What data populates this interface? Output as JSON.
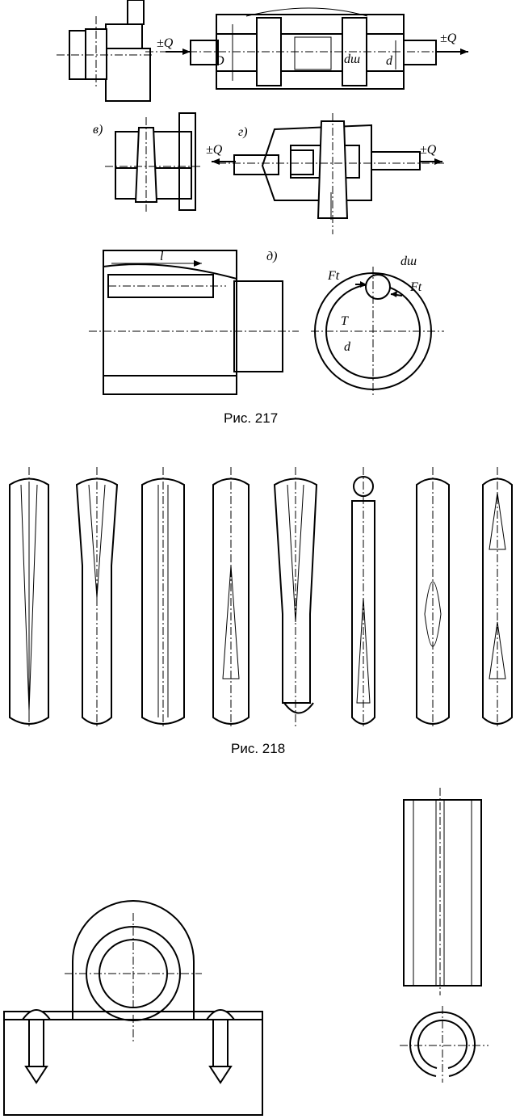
{
  "figure_217": {
    "caption": "Рис. 217",
    "labels": {
      "force_left_top": "±Q",
      "force_right_top": "±Q",
      "dim_D": "D",
      "dim_dsh_top": "dш",
      "dim_d_top": "d",
      "sub_v": "в)",
      "sub_g": "г)",
      "force_left_g": "±Q",
      "force_right_g": "±Q",
      "sub_d": "д)",
      "dim_l": "l",
      "force_Ft_left": "Ft",
      "dim_dsh_circle": "dш",
      "force_Ft_right": "Ft",
      "dim_T": "T",
      "dim_d_circle": "d"
    }
  },
  "figure_218": {
    "caption": "Рис. 218",
    "pins": [
      "taper-grooved-pin",
      "center-grooved-pin",
      "full-grooved-pin",
      "neck-grooved-pin",
      "mid-grooved-pin",
      "headed-grooved-pin",
      "bulge-grooved-pin",
      "double-grooved-pin"
    ]
  },
  "colors": {
    "ink": "#000000",
    "paper": "#ffffff"
  }
}
